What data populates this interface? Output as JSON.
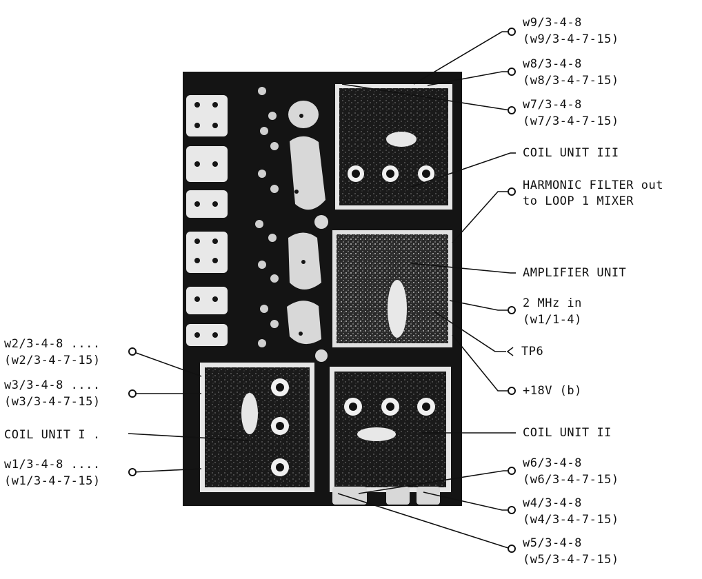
{
  "labels": {
    "w9_a": "w9/3-4-8",
    "w9_b": "(w9/3-4-7-15)",
    "w8_a": "w8/3-4-8",
    "w8_b": "(w8/3-4-7-15)",
    "w7_a": "w7/3-4-8",
    "w7_b": "(w7/3-4-7-15)",
    "coil3": "COIL UNIT III",
    "harm_a": "HARMONIC FILTER out",
    "harm_b": "to LOOP 1 MIXER",
    "amp": "AMPLIFIER UNIT",
    "mhz_a": "2 MHz in",
    "mhz_b": "(w1/1-4)",
    "tp6": "TP6",
    "v18": "+18V (b)",
    "coil2": "COIL UNIT II",
    "w6_a": "w6/3-4-8",
    "w6_b": "(w6/3-4-7-15)",
    "w4_a": "w4/3-4-8",
    "w4_b": "(w4/3-4-7-15)",
    "w5_a": "w5/3-4-8",
    "w5_b": "(w5/3-4-7-15)",
    "w2_a": "w2/3-4-8 ....",
    "w2_b": "(w2/3-4-7-15)",
    "w3_a": "w3/3-4-8 ....",
    "w3_b": "(w3/3-4-7-15)",
    "coil1": "COIL UNIT I .",
    "w1_a": "w1/3-4-8 ....",
    "w1_b": "(w1/3-4-7-15)"
  }
}
